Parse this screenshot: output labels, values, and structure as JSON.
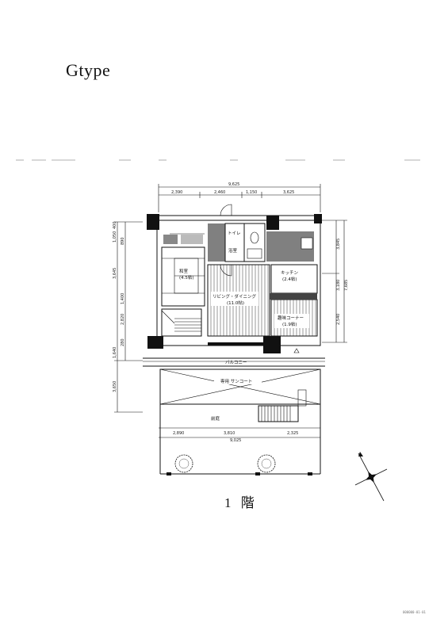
{
  "title": "Gtype",
  "floor_label": "1 階",
  "scan_code": "000000-01-01",
  "rooms": {
    "living": "リビング・ダイニング",
    "living_area": "(11.0帖)",
    "kitchen": "キッチン",
    "kitchen_area": "(2.4帖)",
    "washitsu": "和室",
    "washitsu_area": "(4.5帖)",
    "hobby": "趣味コーナー",
    "hobby_area": "(1.9帖)",
    "balcony": "バルコニー",
    "sunroom": "専用 サンコート",
    "garden": "前庭",
    "toilet": "トイレ",
    "bath": "浴室"
  },
  "dims": {
    "top_total": "9,625",
    "top": [
      "2,390",
      "2,460",
      "1,150",
      "3,625"
    ],
    "left": [
      "400",
      "1,050",
      "890",
      "3,645",
      "1,400",
      "2,820",
      "280",
      "1,640",
      "3,650"
    ],
    "right": [
      "3,845",
      "7,685",
      "3,180",
      "2,540"
    ],
    "bottom": [
      "2,890",
      "3,810",
      "2,325"
    ],
    "bottom_total": "9,025"
  }
}
